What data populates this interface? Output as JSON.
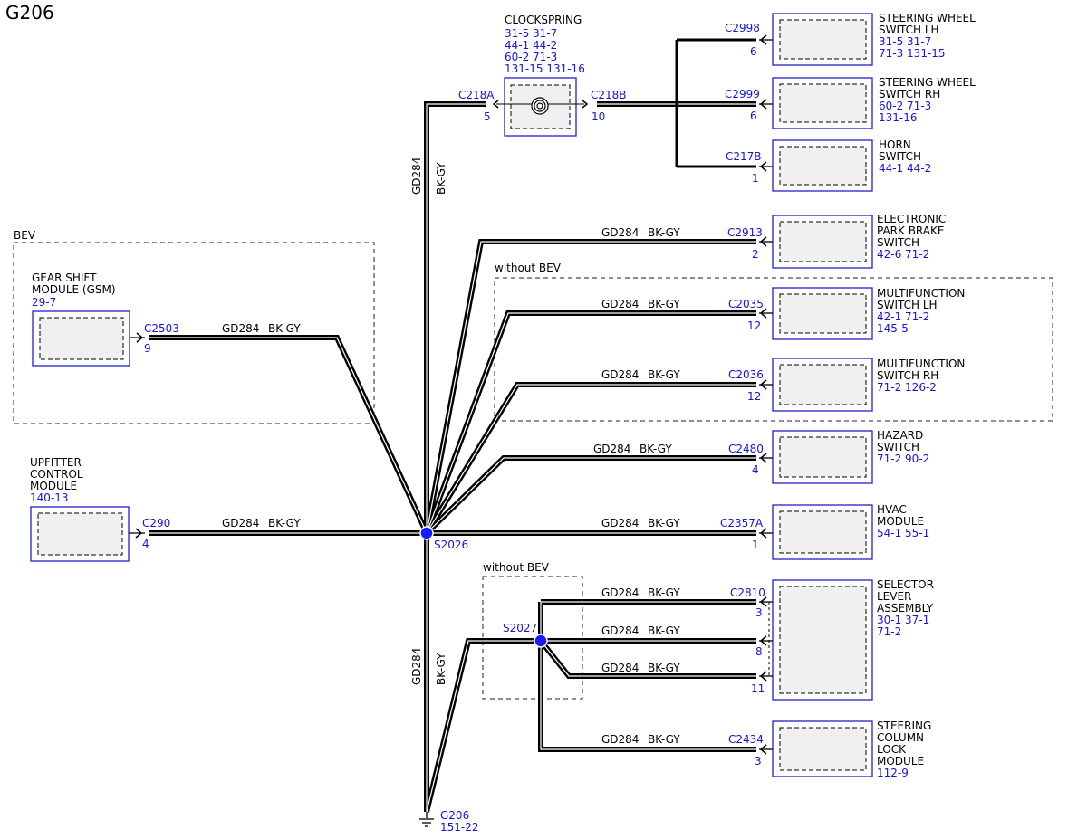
{
  "title": "G206",
  "wire": {
    "circuit": "GD284",
    "color": "BK-GY"
  },
  "groups": {
    "bev": "BEV",
    "without_bev": "without BEV"
  },
  "splices": {
    "main": "S2026",
    "sub": "S2027"
  },
  "ground": {
    "id": "G206",
    "ref": "151-22"
  },
  "clockspring": {
    "name": "CLOCKSPRING",
    "refs": [
      "31-5  31-7",
      "44-1  44-2",
      "60-2  71-3",
      "131-15 131-16"
    ],
    "conn_a": "C218A",
    "pin_a": "5",
    "conn_b": "C218B",
    "pin_b": "10"
  },
  "left_components": [
    {
      "id": "gsm",
      "name": [
        "GEAR SHIFT",
        "MODULE (GSM)"
      ],
      "refs": [
        "29-7"
      ],
      "connector": "C2503",
      "pin": "9"
    },
    {
      "id": "upfitter",
      "name": [
        "UPFITTER",
        "CONTROL",
        "MODULE"
      ],
      "refs": [
        "140-13"
      ],
      "connector": "C290",
      "pin": "4"
    }
  ],
  "right_components": [
    {
      "id": "swsw-lh",
      "name": [
        "STEERING WHEEL",
        "SWITCH LH"
      ],
      "refs": [
        "31-5  31-7",
        "71-3   131-15"
      ],
      "connector": "C2998",
      "pin": "6"
    },
    {
      "id": "swsw-rh",
      "name": [
        "STEERING WHEEL",
        "SWITCH RH"
      ],
      "refs": [
        "60-2  71-3",
        "131-16"
      ],
      "connector": "C2999",
      "pin": "6"
    },
    {
      "id": "horn",
      "name": [
        "HORN",
        "SWITCH"
      ],
      "refs": [
        "44-1  44-2"
      ],
      "connector": "C217B",
      "pin": "1"
    },
    {
      "id": "epb",
      "name": [
        "ELECTRONIC",
        "PARK BRAKE",
        "SWITCH"
      ],
      "refs": [
        "42-6  71-2"
      ],
      "connector": "C2913",
      "pin": "2"
    },
    {
      "id": "mfs-lh",
      "name": [
        "MULTIFUNCTION",
        "SWITCH LH"
      ],
      "refs": [
        "42-1  71-2",
        "145-5"
      ],
      "connector": "C2035",
      "pin": "12"
    },
    {
      "id": "mfs-rh",
      "name": [
        "MULTIFUNCTION",
        "SWITCH RH"
      ],
      "refs": [
        "71-2  126-2"
      ],
      "connector": "C2036",
      "pin": "12"
    },
    {
      "id": "hazard",
      "name": [
        "HAZARD",
        "SWITCH"
      ],
      "refs": [
        "71-2  90-2"
      ],
      "connector": "C2480",
      "pin": "4"
    },
    {
      "id": "hvac",
      "name": [
        "HVAC",
        "MODULE"
      ],
      "refs": [
        "54-1  55-1"
      ],
      "connector": "C2357A",
      "pin": "1"
    },
    {
      "id": "selector",
      "name": [
        "SELECTOR",
        "LEVER",
        "ASSEMBLY"
      ],
      "refs": [
        "30-1  37-1",
        "71-2"
      ],
      "connector": "C2810",
      "pin": "3",
      "extra_pins": [
        "8",
        "11"
      ]
    },
    {
      "id": "scl",
      "name": [
        "STEERING",
        "COLUMN",
        "LOCK",
        "MODULE"
      ],
      "refs": [
        "112-9"
      ],
      "connector": "C2434",
      "pin": "3"
    }
  ]
}
